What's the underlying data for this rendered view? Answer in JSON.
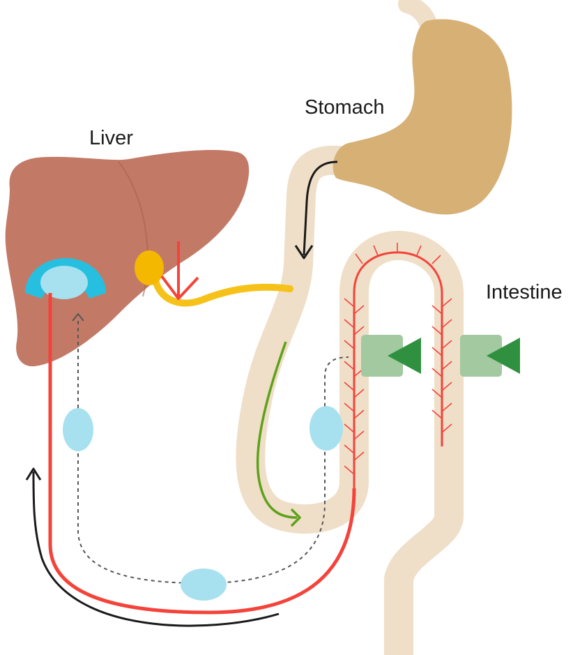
{
  "labels": {
    "liver": "Liver",
    "stomach": "Stomach",
    "intestine": "Intestine"
  },
  "colors": {
    "liver": "#c27a67",
    "liver_outline": "#a8604e",
    "stomach": "#d6b075",
    "intestine": "#efdfc8",
    "blood_vessel": "#f4433a",
    "bile_duct": "#f6c21a",
    "gallbladder": "#f4b800",
    "hepatocyte_ring": "#27bfe0",
    "bile_acid_carrier": "#a7e1ef",
    "transporter": "#a2c99f",
    "transporter_arrow": "#2f9140",
    "food_flow_arrow": "#1a1a1a",
    "digestion_arrow": "#5ea11a",
    "recirculation_path": "#555555"
  },
  "icons": [
    "liver-icon",
    "stomach-icon",
    "gallbladder-icon",
    "intestine-icon",
    "transporter-icon"
  ]
}
